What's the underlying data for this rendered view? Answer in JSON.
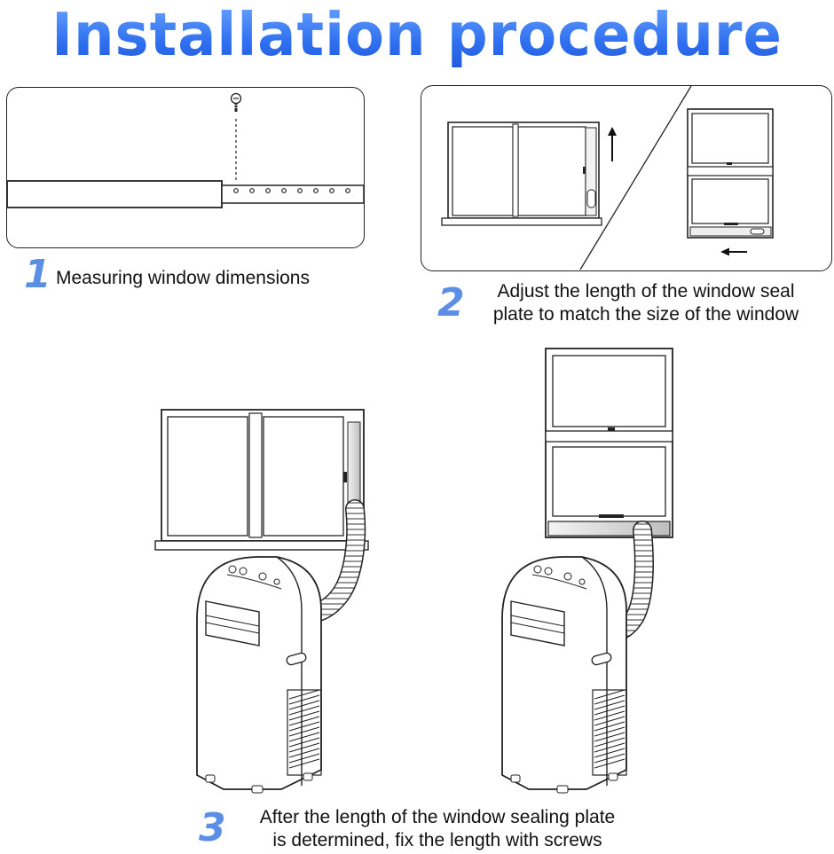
{
  "title": "Installation procedure",
  "accent_color": "#3f7ff2",
  "step_color": "#5b8fe6",
  "steps": [
    {
      "number": "1",
      "text": "Measuring window dimensions"
    },
    {
      "number": "2",
      "line1": "Adjust the length of the window seal",
      "line2": "plate to match the size of the window"
    },
    {
      "number": "3",
      "line1": "After the length of the window sealing plate",
      "line2": "is determined, fix the length with screws"
    }
  ],
  "icons": [
    "screw-icon",
    "arrow-up-icon",
    "arrow-left-icon"
  ]
}
